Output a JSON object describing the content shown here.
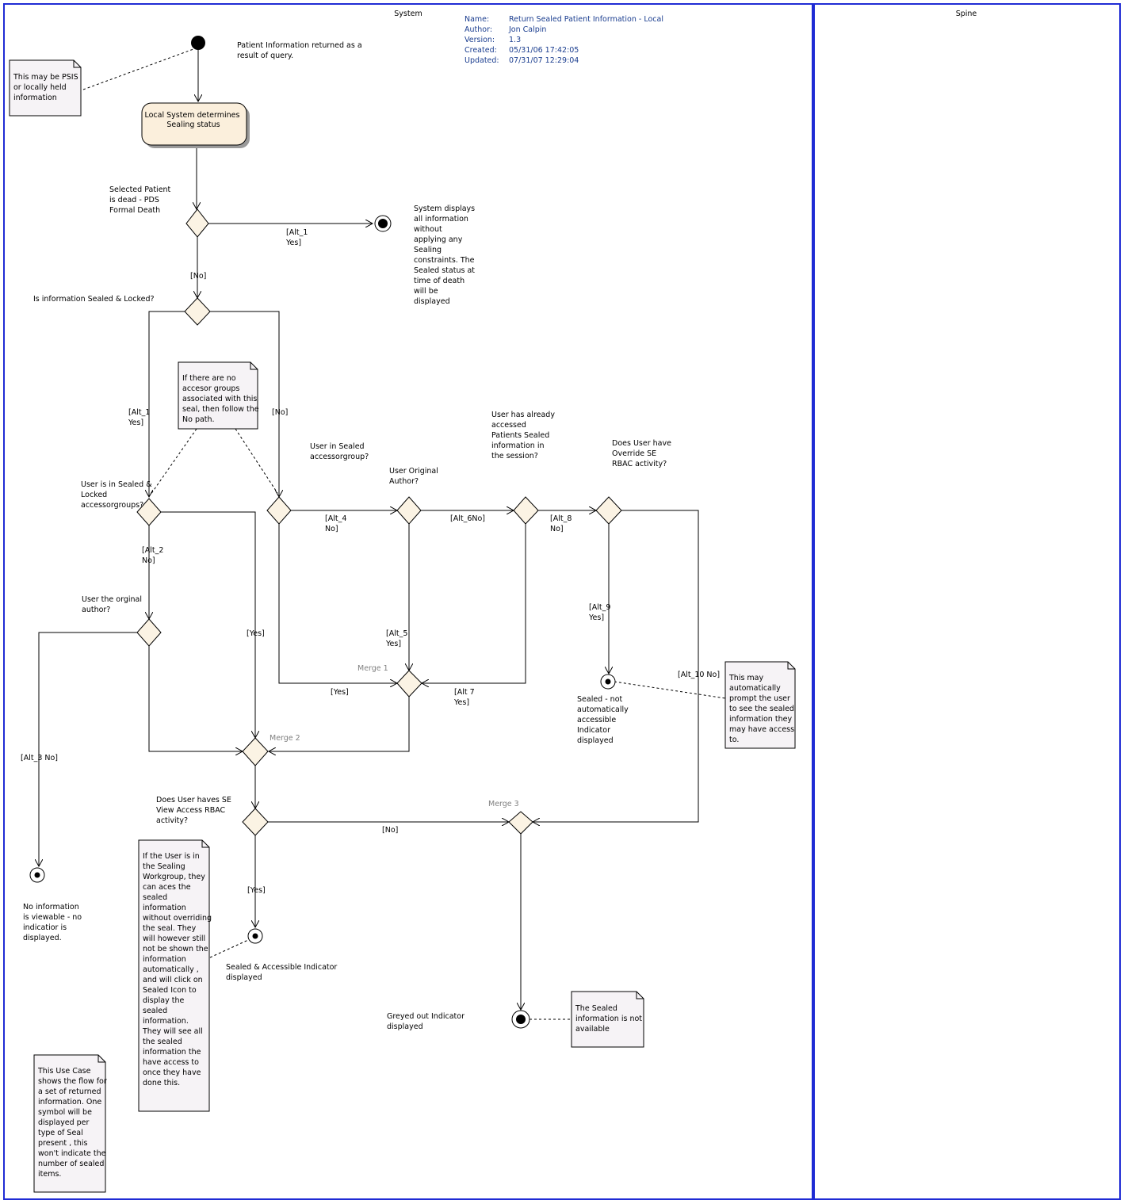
{
  "lanes": {
    "system": "System",
    "spine": "Spine"
  },
  "meta": {
    "name_key": "Name:",
    "name_val": "Return Sealed Patient Information - Local",
    "author_key": "Author:",
    "author_val": "Jon Calpin",
    "version_key": "Version:",
    "version_val": "1.3",
    "created_key": "Created:",
    "created_val": "05/31/06 17:42:05",
    "updated_key": "Updated:",
    "updated_val": "07/31/07 12:29:04"
  },
  "activity": [
    "Local System determines",
    "Sealing status"
  ],
  "texts": {
    "start_label": [
      "Patient Information returned as a",
      "result of query."
    ],
    "dead_q": [
      "Selected Patient",
      "is dead - PDS",
      "Formal Death"
    ],
    "dead_result": [
      "System displays",
      "all information",
      "without",
      "applying any",
      "Sealing",
      "constraints. The",
      "Sealed status at",
      "time of death",
      "will be",
      "displayed"
    ],
    "sealed_locked_q": "Is information Sealed & Locked?",
    "in_locked_group_q": [
      "User is in Sealed &",
      "Locked",
      "accessorgroups?"
    ],
    "in_sealed_group_q": [
      "User in Sealed",
      "accessorgroup?"
    ],
    "orig_author_q": [
      "User Original",
      "Author?"
    ],
    "already_accessed_q": [
      "User has already",
      "accessed",
      "Patients Sealed",
      "information in",
      "the session?"
    ],
    "override_q": [
      "Does User have",
      "Override SE",
      "RBAC activity?"
    ],
    "orig_author_q2": [
      "User the orginal",
      "author?"
    ],
    "view_access_q": [
      "Does User haves SE",
      "View Access RBAC",
      "activity?"
    ],
    "no_info": [
      "No information",
      "is viewable - no",
      "indicatior is",
      "displayed."
    ],
    "sealed_not_accessible": [
      "Sealed - not",
      "automatically",
      "accessible",
      "Indicator",
      "displayed"
    ],
    "sealed_accessible": [
      "Sealed & Accessible Indicator",
      "displayed"
    ],
    "greyed_out": [
      "Greyed out Indicator",
      "displayed"
    ]
  },
  "guards": {
    "alt1_yes": [
      "[Alt_1",
      "Yes]"
    ],
    "no_1": "[No]",
    "alt1_yes_b": [
      "[Alt_1",
      "Yes]"
    ],
    "no_2": "[No]",
    "alt2_no": [
      "[Alt_2",
      "No]"
    ],
    "yes_1": "[Yes]",
    "alt3_no": "[Alt_3 No]",
    "alt4_no": [
      "[Alt_4",
      "No]"
    ],
    "alt6_no": "[Alt_6No]",
    "alt8_no": [
      "[Alt_8",
      "No]"
    ],
    "alt5_yes": [
      "[Alt_5",
      "Yes]"
    ],
    "yes_2": "[Yes]",
    "alt7_yes": [
      "[Alt 7",
      "Yes]"
    ],
    "alt9_yes": [
      "[Alt_9",
      "Yes]"
    ],
    "alt10_no": "[Alt_10 No]",
    "no_3": "[No]",
    "yes_3": "[Yes]"
  },
  "merges": {
    "m1": "Merge 1",
    "m2": "Merge 2",
    "m3": "Merge 3"
  },
  "notes": {
    "psis": [
      "This may be PSIS",
      "or locally held",
      "information"
    ],
    "accessor": [
      "If there are no",
      "accesor groups",
      "associated with this",
      "seal, then follow the",
      "No path."
    ],
    "prompt": [
      "This may",
      "automatically",
      "prompt the user",
      "to see the sealed",
      "information they",
      "may have access",
      "to."
    ],
    "workgroup": [
      "If the User is in",
      "the Sealing",
      "Workgroup, they",
      "can aces the",
      "sealed",
      "information",
      "without overriding",
      "the seal. They",
      "will however still",
      "not be shown the",
      "information",
      "automatically ,",
      "and will click on",
      "Sealed Icon to",
      "display the",
      "sealed",
      "information.",
      "",
      "They will see all",
      "the sealed",
      "information the",
      "have access to",
      "once they have",
      "done this."
    ],
    "not_available": [
      "The Sealed",
      "information is not",
      "available"
    ],
    "use_case": [
      "This Use Case",
      "shows the flow for",
      "a set of returned",
      "information. One",
      "symbol will be",
      "displayed per",
      "type of Seal",
      "present , this",
      "won't indicate the",
      "number of sealed",
      "items."
    ]
  }
}
